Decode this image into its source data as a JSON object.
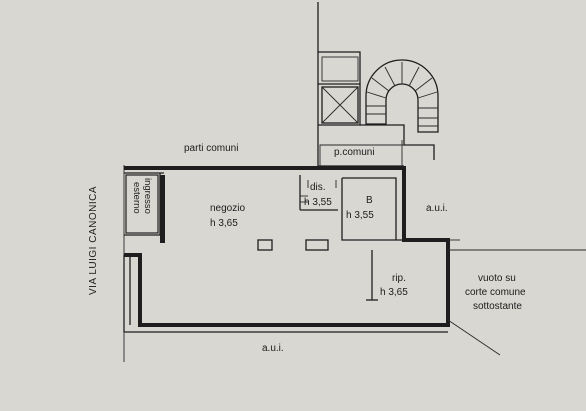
{
  "street": {
    "name": "VIA LUIGI CANONICA"
  },
  "labels": {
    "parti_comuni": "parti comuni",
    "p_comuni": "p.comuni",
    "ingresso_1": "ingresso",
    "ingresso_2": "esterno",
    "negozio_name": "negozio",
    "negozio_height": "h 3,65",
    "dis_name": "dis.",
    "dis_height": "h 3,55",
    "b_name": "B",
    "b_height": "h 3,55",
    "rip_name": "rip.",
    "rip_height": "h 3,65",
    "aui_right": "a.u.i.",
    "aui_bottom": "a.u.i.",
    "vuoto_1": "vuoto su",
    "vuoto_2": "corte comune",
    "vuoto_3": "sottostante"
  }
}
